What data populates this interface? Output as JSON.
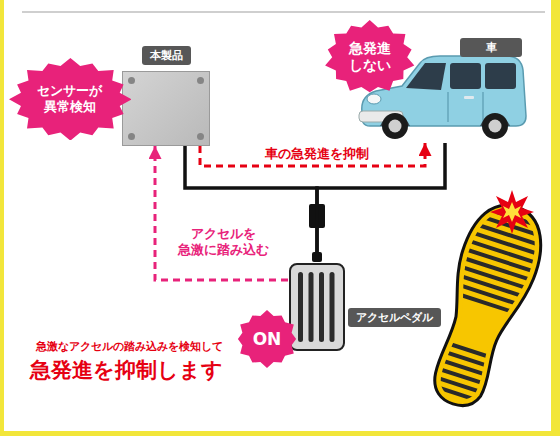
{
  "diagram": {
    "nodes": [
      {
        "text": [
          "本製品"
        ]
      },
      {
        "text": [
          "急発進 しない"
        ]
      },
      {
        "text": [
          "車"
        ]
      },
      {
        "text": [
          "センサーが 異常検知"
        ]
      },
      {
        "text": [
          "アクセルペダル"
        ]
      },
      {
        "text": [
          "ON"
        ]
      }
    ],
    "edges": [
      {
        "from": 0,
        "to": 2,
        "arrow": "to",
        "label": "車の急発進を抑制"
      },
      {
        "from": 4,
        "to": 0,
        "arrow": "to",
        "label": "アクセルを 急激に踏み込む"
      },
      {
        "from": 4,
        "to": 0,
        "arrow": "none"
      },
      {
        "from": 4,
        "to": 2,
        "arrow": "none"
      }
    ],
    "labels": [
      "急激なアクセルの踏み込みを検知して",
      "急発進を抑制します"
    ]
  }
}
